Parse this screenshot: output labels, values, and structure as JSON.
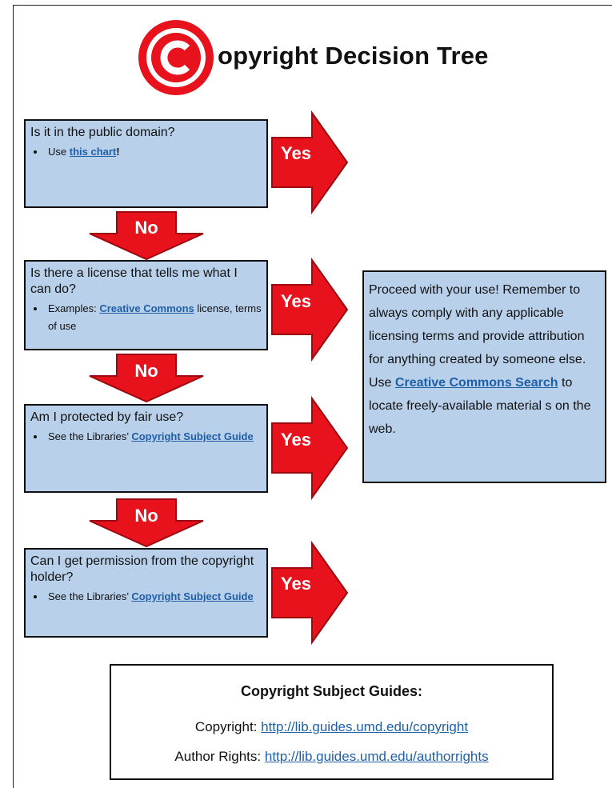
{
  "title": {
    "text": "opyright Decision Tree",
    "logo": "copyright-symbol",
    "logo_color": "#e8121c"
  },
  "steps": [
    {
      "question": "Is it in the public domain?",
      "bullet_prefix": "Use ",
      "bullet_link": "this chart",
      "bullet_suffix": "!",
      "yes_label": "Yes",
      "no_label": "No"
    },
    {
      "question": "Is there a license that tells me what I can do?",
      "bullet_prefix": "Examples: ",
      "bullet_link": "Creative Commons",
      "bullet_suffix": " license, terms of use",
      "yes_label": "Yes",
      "no_label": "No"
    },
    {
      "question": "Am  I protected by fair use?",
      "bullet_prefix": "See the Libraries’ ",
      "bullet_link": "Copyright Subject Guide",
      "bullet_suffix": "",
      "yes_label": "Yes",
      "no_label": "No"
    },
    {
      "question": "Can I  get permission from the copyright holder?",
      "bullet_prefix": "See the Libraries’ ",
      "bullet_link": "Copyright Subject Guide",
      "bullet_suffix": "",
      "yes_label": "Yes"
    }
  ],
  "result": {
    "text_before": "Proceed with your use! Remember to always comply with any applicable licensing terms and provide attribution for anything created by someone else. Use ",
    "link": "Creative Commons Search",
    "text_after": " to locate freely-available material s on the web."
  },
  "guides": {
    "title": "Copyright Subject Guides:",
    "rows": [
      {
        "label": "Copyright: ",
        "url": "http://lib.guides.umd.edu/copyright"
      },
      {
        "label": "Author Rights: ",
        "url": "http://lib.guides.umd.edu/authorrights"
      }
    ]
  },
  "colors": {
    "box_fill": "#b9d0ea",
    "arrow_red": "#e8121c",
    "link_blue": "#1f5fa8"
  }
}
